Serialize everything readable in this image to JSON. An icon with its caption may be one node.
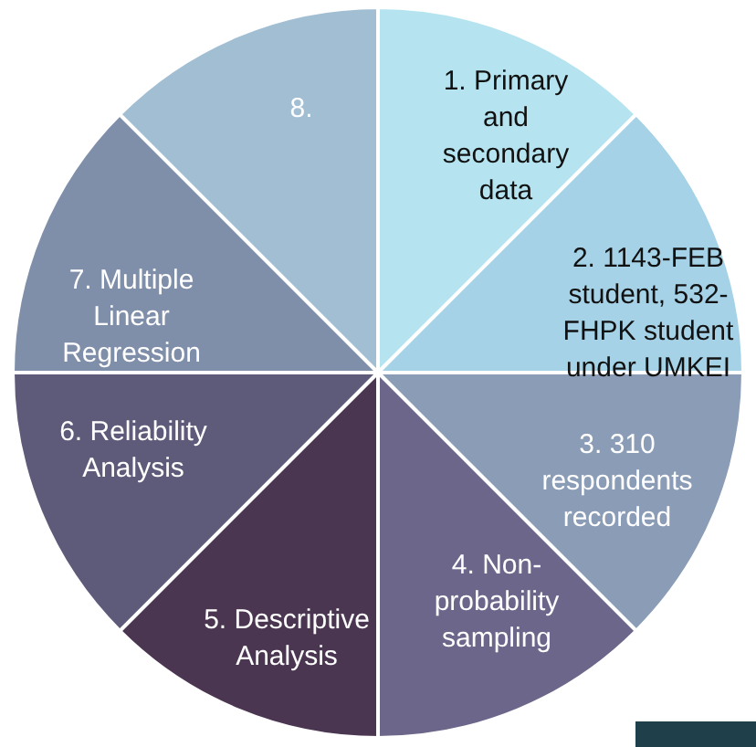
{
  "diagram": {
    "nodes": [
      {
        "text": [
          "1. Primary and secondary data"
        ]
      },
      {
        "text": [
          "2. 1143-FEB student, 532-FHPK student under UMKEI"
        ]
      },
      {
        "text": [
          "3. 310 respondents recorded"
        ]
      },
      {
        "text": [
          "4. Non-probability sampling"
        ]
      },
      {
        "text": [
          "5. Descriptive Analysis"
        ]
      },
      {
        "text": [
          "6. Reliability Analysis"
        ]
      },
      {
        "text": [
          "7. Multiple Linear Regression"
        ]
      },
      {
        "text": [
          "8."
        ]
      }
    ]
  }
}
